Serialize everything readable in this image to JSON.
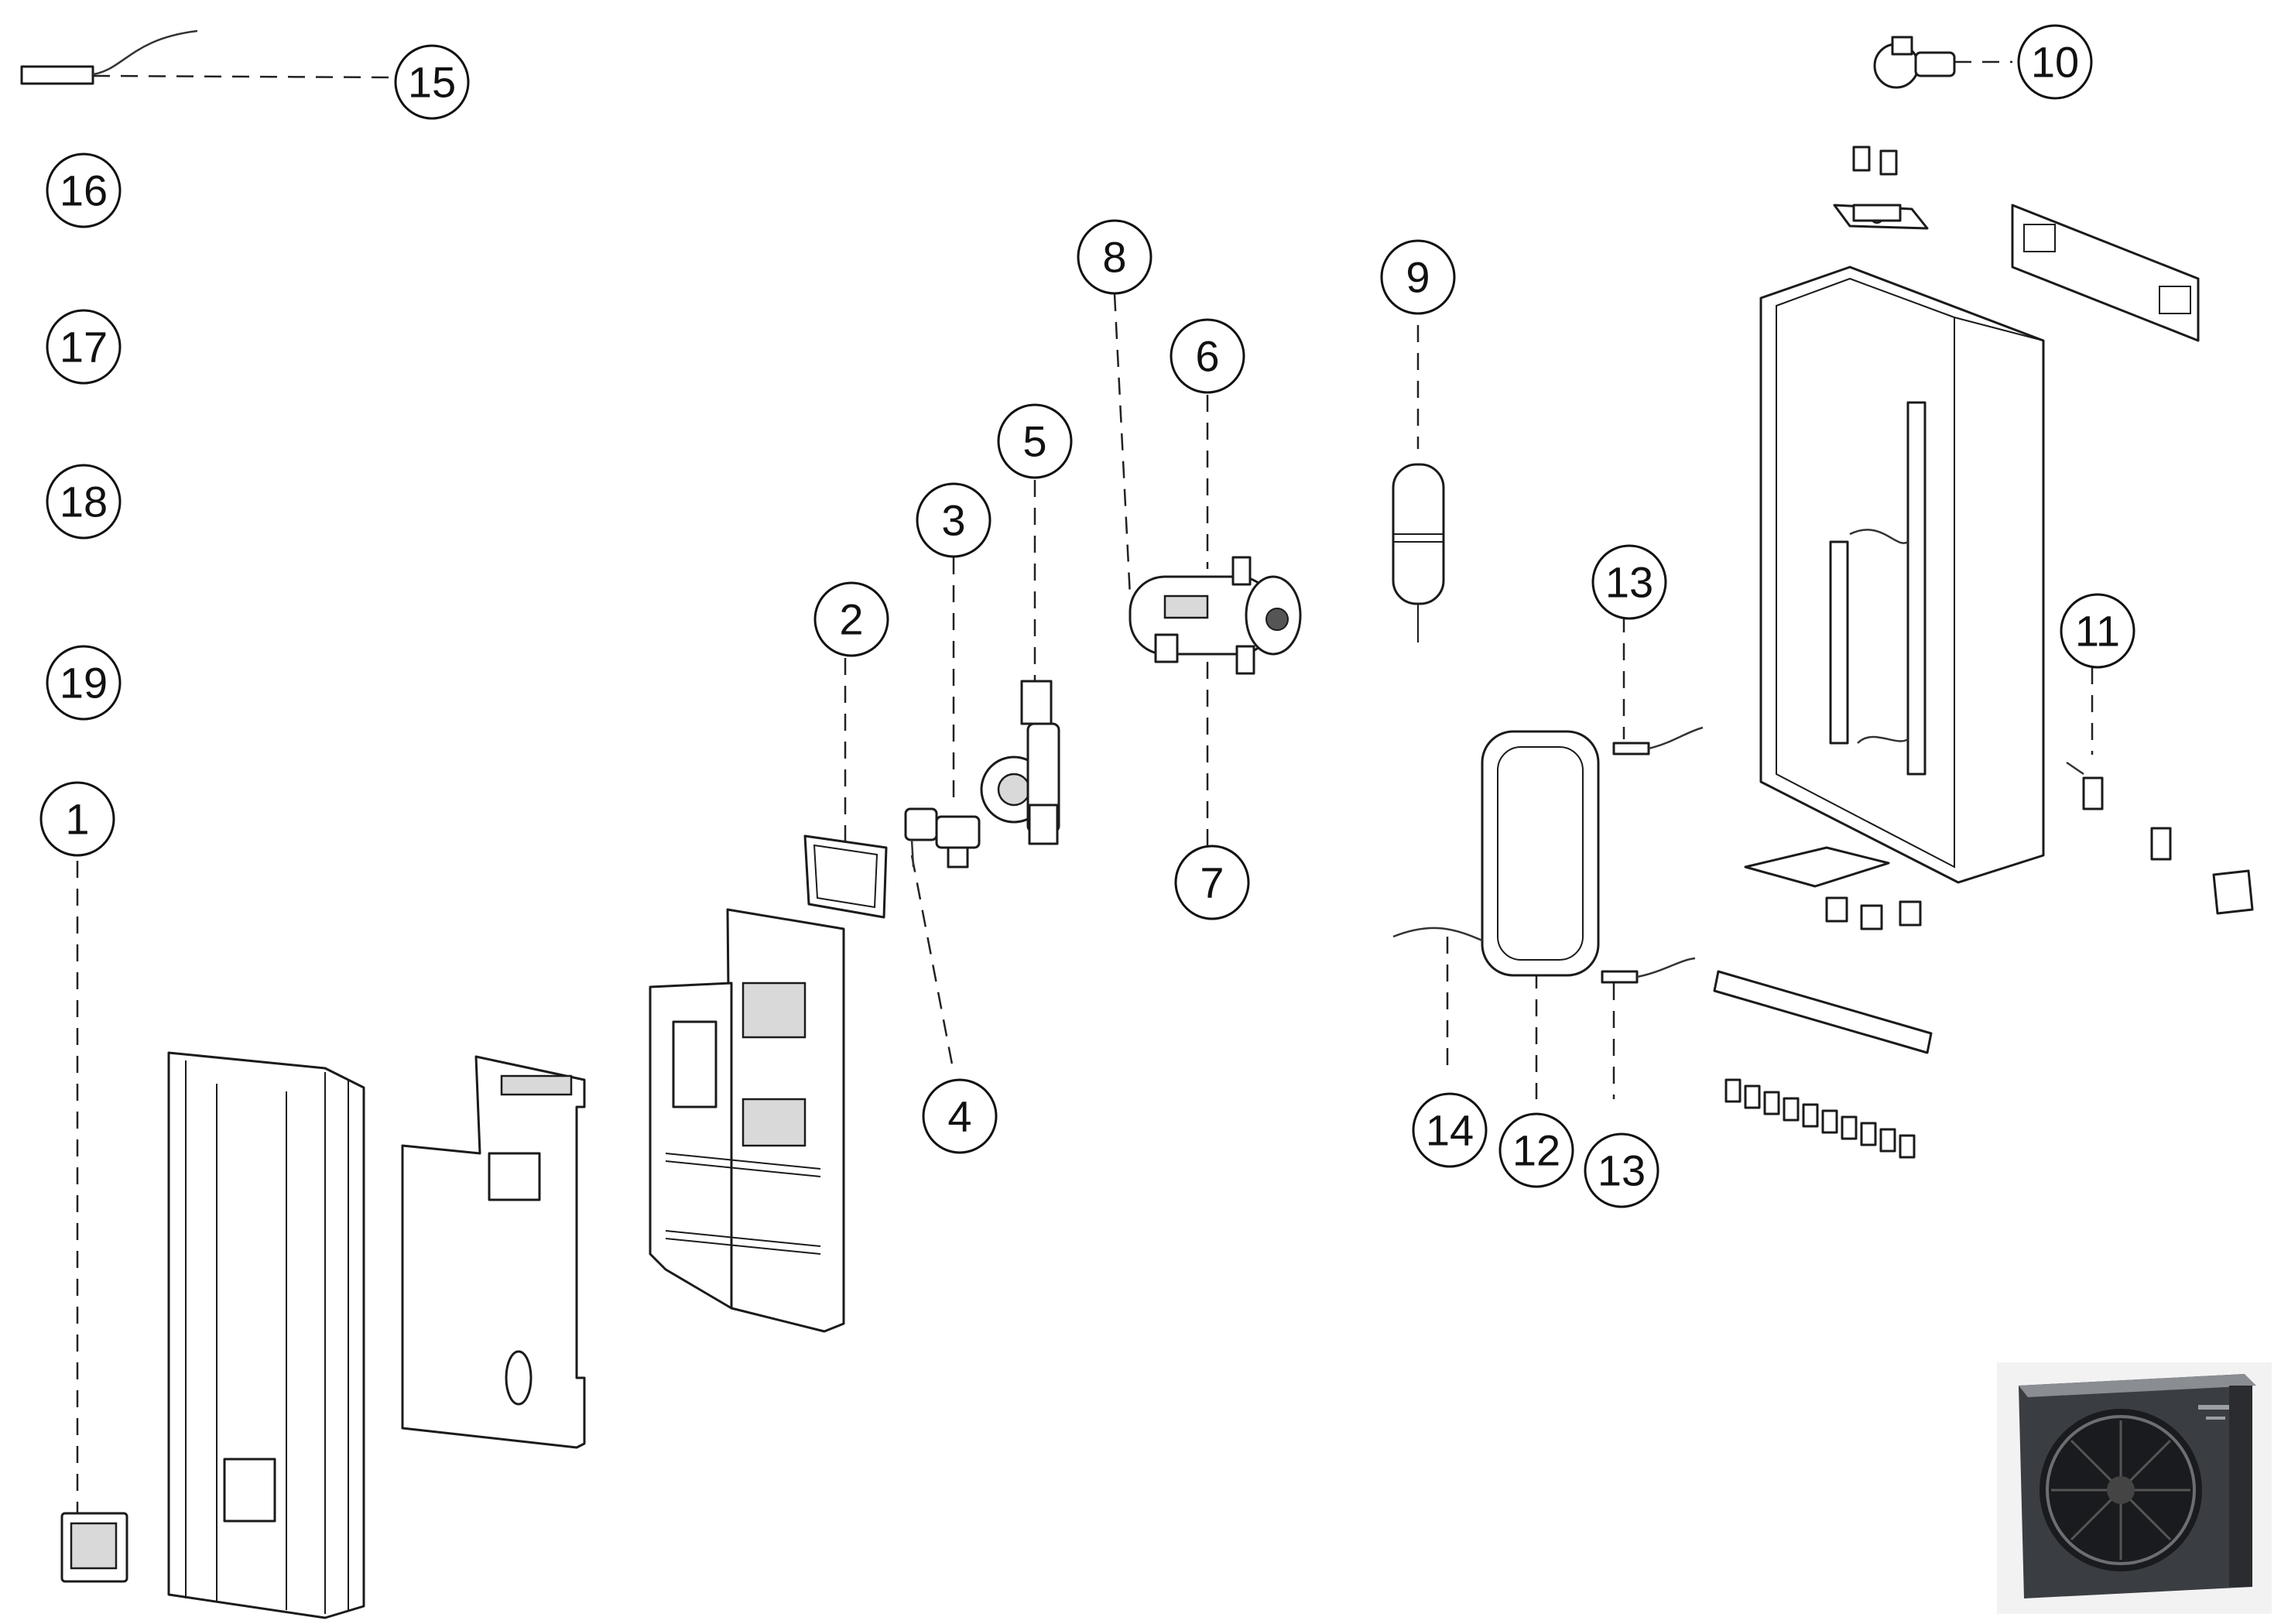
{
  "diagram": {
    "callouts": [
      "15",
      "16",
      "17",
      "18",
      "19",
      "1",
      "2",
      "3",
      "4",
      "5",
      "6",
      "7",
      "8",
      "9",
      "10",
      "11",
      "12",
      "13",
      "13",
      "14"
    ]
  }
}
